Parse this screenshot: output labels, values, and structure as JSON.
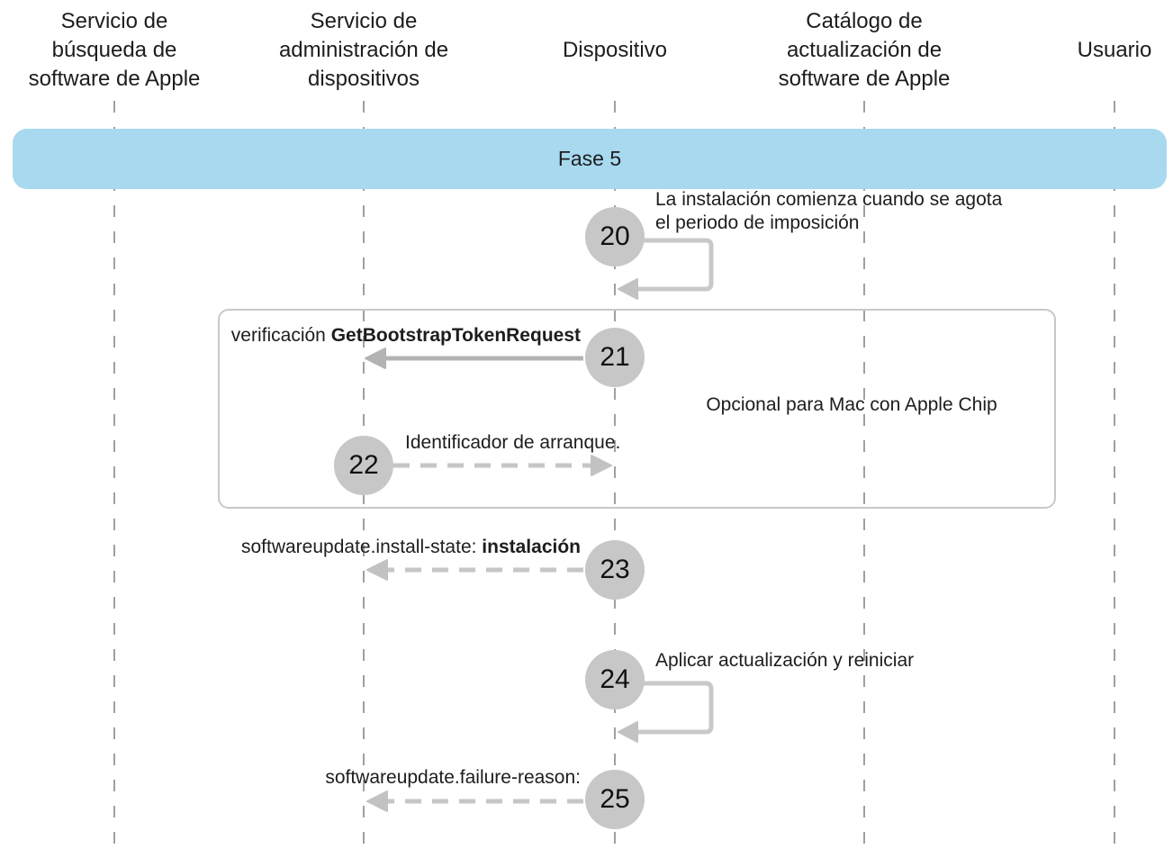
{
  "lanes": [
    {
      "id": "software-lookup-service",
      "lines": [
        "Servicio de",
        "búsqueda de",
        "software de Apple"
      ]
    },
    {
      "id": "mdm-service",
      "lines": [
        "Servicio de",
        "administración de",
        "dispositivos"
      ]
    },
    {
      "id": "device",
      "lines": [
        "Dispositivo"
      ]
    },
    {
      "id": "software-update-catalog",
      "lines": [
        "Catálogo de",
        "actualización de",
        "software de Apple"
      ]
    },
    {
      "id": "user",
      "lines": [
        "Usuario"
      ]
    }
  ],
  "phase": {
    "label": "Fase 5"
  },
  "group": {
    "label": "Opcional para Mac con Apple Chip"
  },
  "steps": [
    {
      "number": "20",
      "lane": "device",
      "type": "self-message",
      "lines": [
        "La instalación comienza cuando se agota",
        "el periodo de imposición"
      ]
    },
    {
      "number": "21",
      "from": "device",
      "to": "mdm-service",
      "type": "solid-arrow-left",
      "text": "verificación ",
      "code": "GetBootstrapTokenRequest"
    },
    {
      "number": "22",
      "from": "mdm-service",
      "to": "device",
      "type": "dashed-arrow-right",
      "text": "Identificador de arranque."
    },
    {
      "number": "23",
      "from": "device",
      "to": "mdm-service",
      "type": "dashed-arrow-left",
      "text": "softwareupdate.install-state: ",
      "code": "instalación"
    },
    {
      "number": "24",
      "lane": "device",
      "type": "self-message",
      "text": "Aplicar actualización y reiniciar"
    },
    {
      "number": "25",
      "from": "device",
      "to": "mdm-service",
      "type": "dashed-arrow-left",
      "text": "softwareupdate.failure-reason:"
    }
  ],
  "colors": {
    "phase_banner": "#a8d9ee",
    "step_circle": "#c7c7c7",
    "solid_arrow": "#b3b3b3",
    "light_arrow": "#c9c9c9",
    "arrowhead": "#c2c2c2",
    "lifeline": "#a0a0a0",
    "group_border": "#c8c8c8",
    "text": "#1d1d1f"
  }
}
